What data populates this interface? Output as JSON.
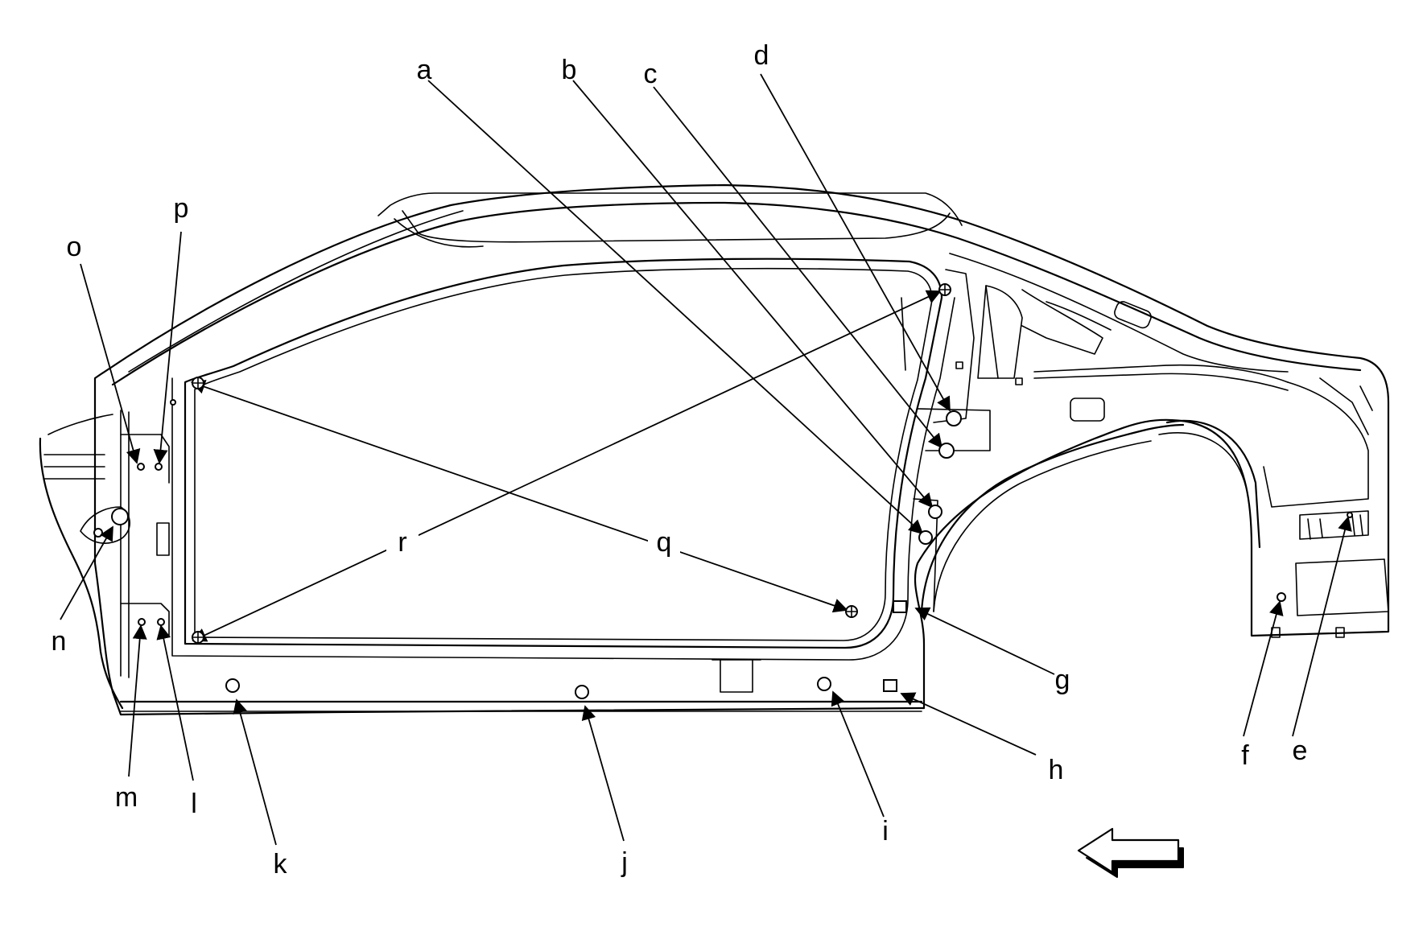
{
  "labels": {
    "a": "a",
    "b": "b",
    "c": "c",
    "d": "d",
    "e": "e",
    "f": "f",
    "g": "g",
    "h": "h",
    "i": "i",
    "j": "j",
    "k": "k",
    "l": "l",
    "m": "m",
    "n": "n",
    "o": "o",
    "p": "p",
    "q": "q",
    "r": "r"
  },
  "icons": {
    "direction": "left-arrow-icon"
  }
}
